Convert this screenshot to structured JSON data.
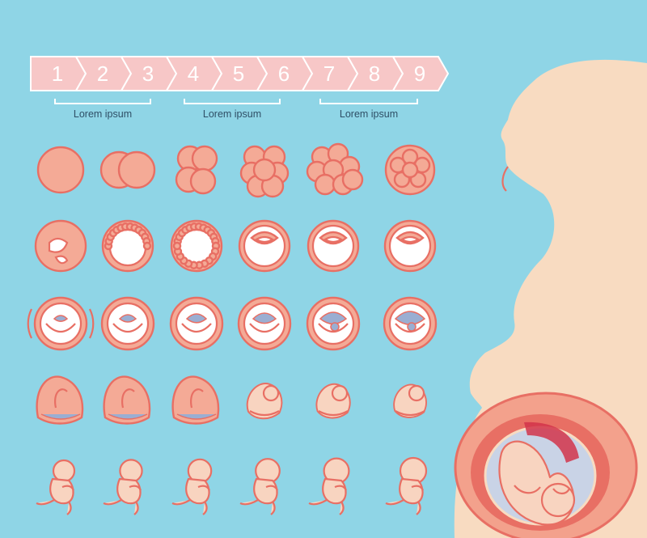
{
  "timeline": {
    "months": [
      "1",
      "2",
      "3",
      "4",
      "5",
      "6",
      "7",
      "8",
      "9"
    ],
    "brackets": [
      {
        "label": "Lorem ipsum"
      },
      {
        "label": "Lorem ipsum"
      },
      {
        "label": "Lorem ipsum"
      }
    ]
  },
  "illustration": {
    "rows": [
      {
        "stage": "cleavage",
        "count": 6
      },
      {
        "stage": "blastocyst",
        "count": 6
      },
      {
        "stage": "implantation",
        "count": 6
      },
      {
        "stage": "embryo",
        "count": 6
      },
      {
        "stage": "fetus",
        "count": 6
      }
    ],
    "figure": "pregnant-woman-silhouette-with-fetus"
  },
  "colors": {
    "background": "#8fd5e6",
    "chevron": "#f7c7c7",
    "skin": "#f8dbc1",
    "outline": "#e86f64",
    "tissue": "#f4aa96",
    "amnion": "#9aaed2"
  }
}
